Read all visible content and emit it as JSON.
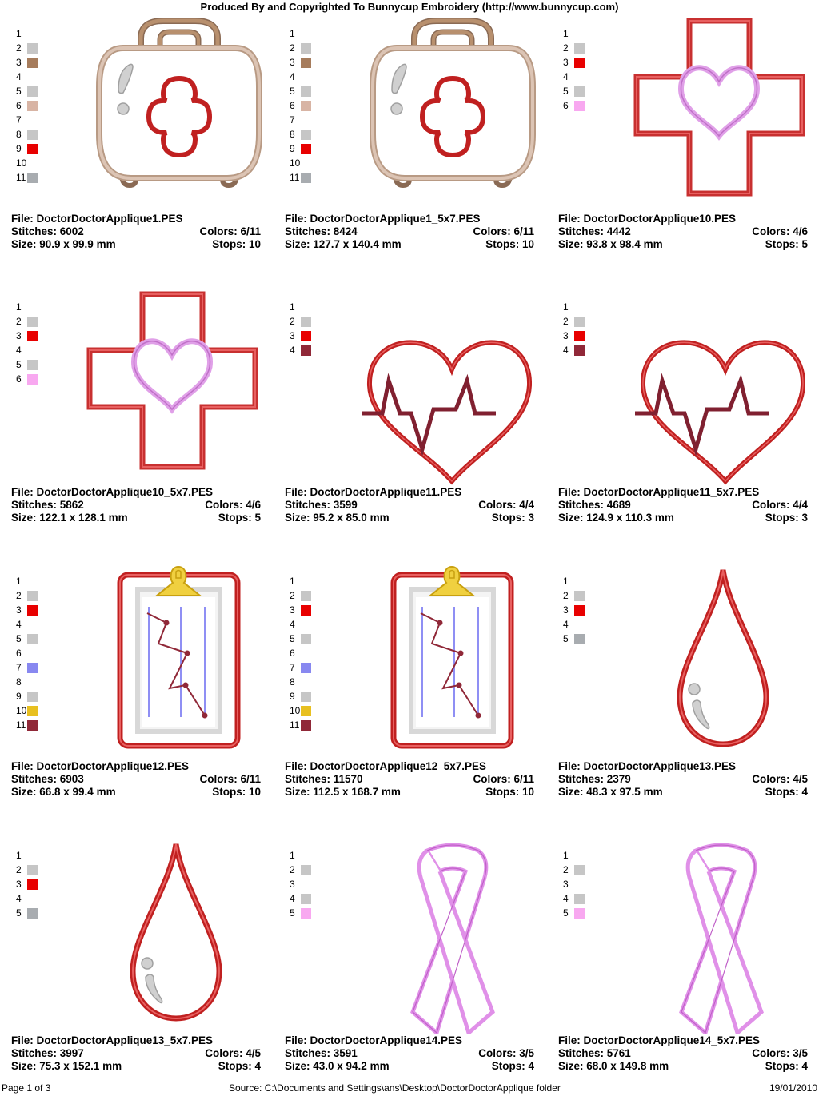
{
  "header": "Produced By and Copyrighted To Bunnycup Embroidery (http://www.bunnycup.com)",
  "labels": {
    "file": "File:",
    "stitches": "Stitches:",
    "size": "Size:",
    "colors": "Colors:",
    "stops": "Stops:"
  },
  "footer": {
    "page": "Page 1 of 3",
    "source": "Source: C:\\Documents and Settings\\ans\\Desktop\\DoctorDoctorApplique folder",
    "date": "19/01/2010"
  },
  "designs": [
    {
      "file": "DoctorDoctorApplique1.PES",
      "stitches": "6002",
      "size": "90.9 x 99.9 mm",
      "colors": "6/11",
      "stops": "10",
      "art": "bag",
      "swatches": [
        "",
        "#c6c6c6",
        "#a67c5c",
        "",
        "#c6c6c6",
        "#d8b4a4",
        "",
        "#c6c6c6",
        "#e80000",
        "",
        "#a8acb0"
      ]
    },
    {
      "file": "DoctorDoctorApplique1_5x7.PES",
      "stitches": "8424",
      "size": "127.7 x 140.4 mm",
      "colors": "6/11",
      "stops": "10",
      "art": "bag",
      "swatches": [
        "",
        "#c6c6c6",
        "#a67c5c",
        "",
        "#c6c6c6",
        "#d8b4a4",
        "",
        "#c6c6c6",
        "#e80000",
        "",
        "#a8acb0"
      ]
    },
    {
      "file": "DoctorDoctorApplique10.PES",
      "stitches": "4442",
      "size": "93.8 x 98.4 mm",
      "colors": "4/6",
      "stops": "5",
      "art": "cross",
      "swatches": [
        "",
        "#c6c6c6",
        "#e80000",
        "",
        "#c6c6c6",
        "#f8a8f0"
      ]
    },
    {
      "file": "DoctorDoctorApplique10_5x7.PES",
      "stitches": "5862",
      "size": "122.1 x 128.1 mm",
      "colors": "4/6",
      "stops": "5",
      "art": "cross",
      "swatches": [
        "",
        "#c6c6c6",
        "#e80000",
        "",
        "#c6c6c6",
        "#f8a8f0"
      ]
    },
    {
      "file": "DoctorDoctorApplique11.PES",
      "stitches": "3599",
      "size": "95.2 x 85.0 mm",
      "colors": "4/4",
      "stops": "3",
      "art": "heart",
      "swatches": [
        "",
        "#c6c6c6",
        "#e80000",
        "#902838"
      ]
    },
    {
      "file": "DoctorDoctorApplique11_5x7.PES",
      "stitches": "4689",
      "size": "124.9 x 110.3 mm",
      "colors": "4/4",
      "stops": "3",
      "art": "heart",
      "swatches": [
        "",
        "#c6c6c6",
        "#e80000",
        "#902838"
      ]
    },
    {
      "file": "DoctorDoctorApplique12.PES",
      "stitches": "6903",
      "size": "66.8 x 99.4 mm",
      "colors": "6/11",
      "stops": "10",
      "art": "clipboard",
      "swatches": [
        "",
        "#c6c6c6",
        "#e80000",
        "",
        "#c6c6c6",
        "",
        "#8888f0",
        "",
        "#c6c6c6",
        "#e8c020",
        "#902838"
      ]
    },
    {
      "file": "DoctorDoctorApplique12_5x7.PES",
      "stitches": "11570",
      "size": "112.5 x 168.7 mm",
      "colors": "6/11",
      "stops": "10",
      "art": "clipboard",
      "swatches": [
        "",
        "#c6c6c6",
        "#e80000",
        "",
        "#c6c6c6",
        "",
        "#8888f0",
        "",
        "#c6c6c6",
        "#e8c020",
        "#902838"
      ]
    },
    {
      "file": "DoctorDoctorApplique13.PES",
      "stitches": "2379",
      "size": "48.3 x 97.5 mm",
      "colors": "4/5",
      "stops": "4",
      "art": "drop",
      "swatches": [
        "",
        "#c6c6c6",
        "#e80000",
        "",
        "#a8acb0"
      ]
    },
    {
      "file": "DoctorDoctorApplique13_5x7.PES",
      "stitches": "3997",
      "size": "75.3 x 152.1 mm",
      "colors": "4/5",
      "stops": "4",
      "art": "drop",
      "swatches": [
        "",
        "#c6c6c6",
        "#e80000",
        "",
        "#a8acb0"
      ]
    },
    {
      "file": "DoctorDoctorApplique14.PES",
      "stitches": "3591",
      "size": "43.0 x 94.2 mm",
      "colors": "3/5",
      "stops": "4",
      "art": "ribbon",
      "swatches": [
        "",
        "#c6c6c6",
        "",
        "#c6c6c6",
        "#f8a8f0"
      ]
    },
    {
      "file": "DoctorDoctorApplique14_5x7.PES",
      "stitches": "5761",
      "size": "68.0 x 149.8 mm",
      "colors": "3/5",
      "stops": "4",
      "art": "ribbon",
      "swatches": [
        "",
        "#c6c6c6",
        "",
        "#c6c6c6",
        "#f8a8f0"
      ]
    }
  ]
}
